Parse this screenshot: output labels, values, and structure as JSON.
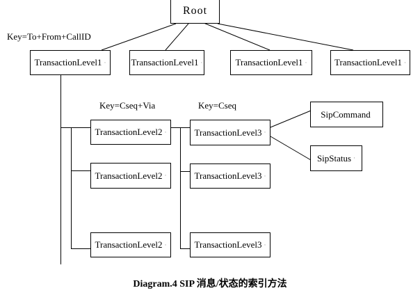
{
  "diagram": {
    "caption": "Diagram.4 SIP 消息/状态的索引方法",
    "root": {
      "label": "Root",
      "mark": ""
    },
    "key_labels": {
      "level1": "Key=To+From+CallID",
      "level2": "Key=Cseq+Via",
      "level3": "Key=Cseq"
    },
    "level1_nodes": [
      {
        "label": "TransactionLevel1",
        "mark": "·"
      },
      {
        "label": "TransactionLevel1",
        "mark": "·"
      },
      {
        "label": "TransactionLevel1",
        "mark": "·"
      },
      {
        "label": "TransactionLevel1",
        "mark": "·"
      }
    ],
    "level2_nodes": [
      {
        "label": "TransactionLevel2",
        "mark": "·"
      },
      {
        "label": "TransactionLevel2",
        "mark": "·"
      },
      {
        "label": "TransactionLevel2",
        "mark": "·"
      }
    ],
    "level3_nodes": [
      {
        "label": "TransactionLevel3",
        "mark": "·"
      },
      {
        "label": "TransactionLevel3",
        "mark": "·"
      },
      {
        "label": "TransactionLevel3",
        "mark": "·"
      }
    ],
    "leaf_nodes": [
      {
        "label": "SipCommand",
        "mark": ""
      },
      {
        "label": "SipStatus",
        "mark": "·"
      }
    ],
    "line_color": "#000000",
    "background_color": "#ffffff"
  }
}
